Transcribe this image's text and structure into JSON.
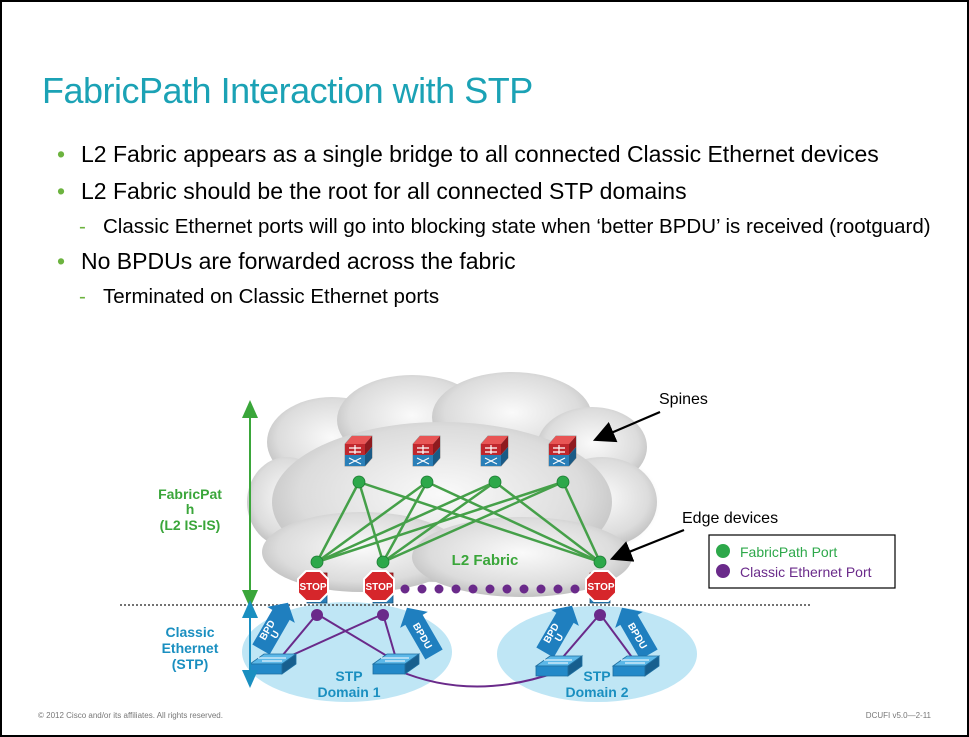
{
  "title": "FabricPath Interaction with STP",
  "bullets": [
    {
      "level": 1,
      "text": "L2 Fabric appears as a single bridge to all connected Classic Ethernet devices"
    },
    {
      "level": 1,
      "text": "L2 Fabric should be the root for all connected STP domains"
    },
    {
      "level": 2,
      "text": "Classic Ethernet ports will go into blocking state when ‘better BPDU’ is received (rootguard)"
    },
    {
      "level": 1,
      "text": "No BPDUs are forwarded across the fabric"
    },
    {
      "level": 2,
      "text": "Terminated on Classic Ethernet ports"
    }
  ],
  "diagram": {
    "labels": {
      "spines": "Spines",
      "edge_devices": "Edge devices",
      "l2_fabric": "L2 Fabric",
      "fabricpath_line1": "FabricPat",
      "fabricpath_line2": "h",
      "fabricpath_line3": "(L2 IS-IS)",
      "classic_line1": "Classic",
      "classic_line2": "Ethernet",
      "classic_line3": "(STP)",
      "stp1_line1": "STP",
      "stp1_line2": "Domain 1",
      "stp2_line1": "STP",
      "stp2_line2": "Domain 2",
      "stop": "STOP",
      "bpdu_a": "BPD",
      "bpdu_a2": "U",
      "bpdu_b": "BPDU",
      "bpdu_c": "BPD",
      "bpdu_c2": "U",
      "bpdu_d": "BPDU"
    },
    "legend": [
      {
        "label": "FabricPath Port",
        "color": "#2da84a"
      },
      {
        "label": "Classic Ethernet Port",
        "color": "#6a2a8a"
      }
    ],
    "colors": {
      "fabric_link": "#45a049",
      "classic_link": "#6a2a8a",
      "fabricpath_label": "#3aa63a",
      "classic_label": "#1a8fc0",
      "stp_domain_fill": "#bfe6f5"
    }
  },
  "footer": {
    "copyright": "© 2012 Cisco and/or its affiliates. All rights reserved.",
    "course": "DCUFI v5.0—2-11"
  }
}
